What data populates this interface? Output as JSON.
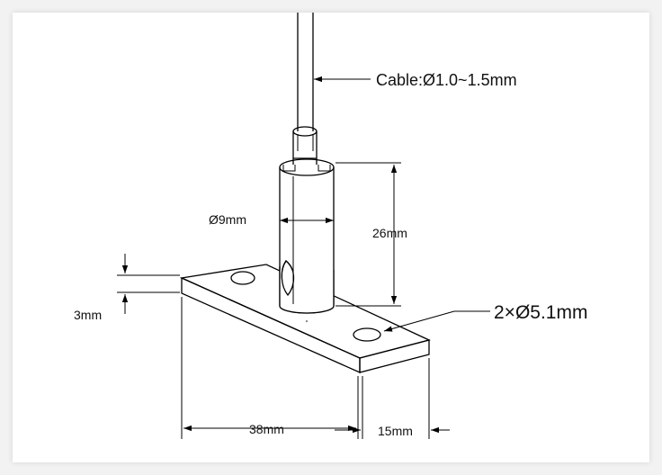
{
  "labels": {
    "cable": "Cable:Ø1.0~1.5mm",
    "diameter": "Ø9mm",
    "height": "26mm",
    "holes": "2×Ø5.1mm",
    "thickness": "3mm",
    "length": "38mm",
    "width": "15mm"
  }
}
